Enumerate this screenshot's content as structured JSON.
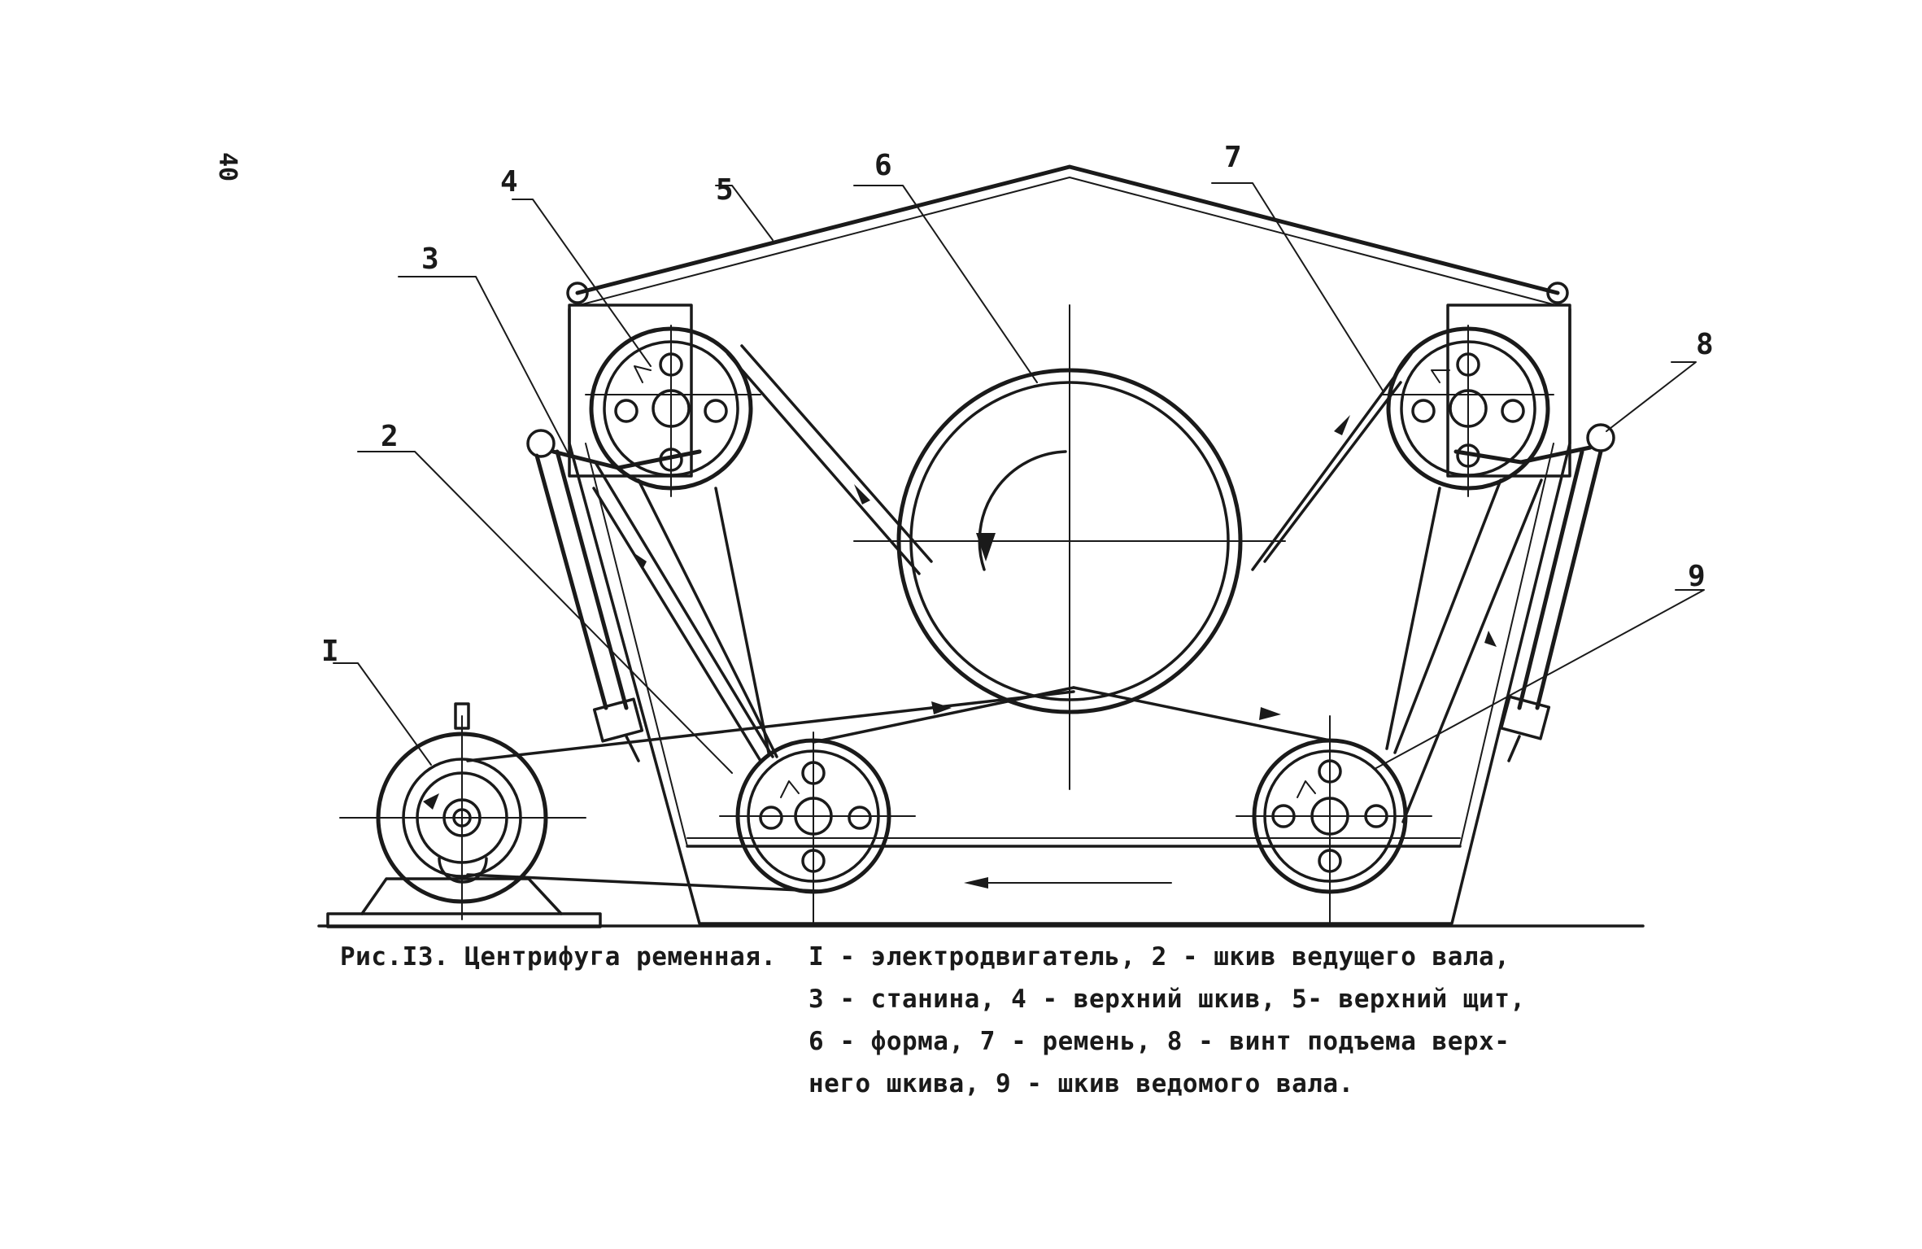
{
  "page_number": "40",
  "labels": {
    "motor": "I",
    "drive_pulley": "2",
    "frame": "3",
    "upper_pulley": "4",
    "upper_shield": "5",
    "form": "6",
    "belt": "7",
    "lift_screw": "8",
    "driven_pulley": "9"
  },
  "caption": {
    "title": "Рис.I3. Центрифуга ременная.",
    "lines": [
      "I - электродвигатель, 2 - шкив ведущего вала,",
      "3 - станина, 4 - верхний шкив, 5- верхний щит,",
      "6 - форма, 7 - ремень, 8 - винт подъема верх-",
      "него шкива, 9 - шкив ведомого вала."
    ]
  }
}
